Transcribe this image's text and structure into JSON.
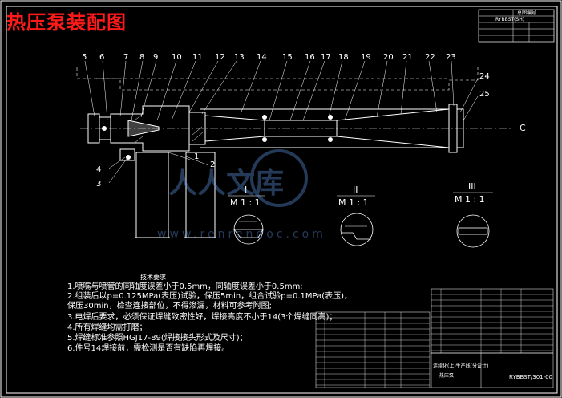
{
  "title": "热压泵装配图",
  "part_numbers": [
    "5",
    "6",
    "7",
    "8",
    "9",
    "10",
    "11",
    "12",
    "13",
    "14",
    "15",
    "16",
    "17",
    "18",
    "19",
    "20",
    "21",
    "22",
    "23",
    "24",
    "25",
    "1",
    "2",
    "3",
    "4"
  ],
  "views": {
    "view1_label": "I",
    "view1_scale": "M 1 : 1",
    "view2_label": "II",
    "view2_scale": "M 1 : 1",
    "view3_label": "III",
    "view3_scale": "M 1 : 1"
  },
  "centerline_label": "C",
  "watermark": {
    "text_cn": "人人文库",
    "url": "www.renrendoc.com"
  },
  "requirements": {
    "heading": "技术要求",
    "items": [
      "1.喷嘴与喷管的同轴度误差小于0.5mm，同轴度误差小于0.5mm;",
      "2.组装后以p=0.125MPa(表压)试验，保压5min，组合试验p=0.1MPa(表压)，",
      "   保压30min，检查连接部位，不得渗漏，材料可参考附图;",
      "3.电焊后要求，必须保证焊缝致密性好，焊接高度不小于14(3个焊缝同高)；",
      "4.所有焊缝均需打磨；",
      "5.焊缝标准参照HGJ17-89(焊接接头形式及尺寸)；",
      "6.件号14焊接前，需检测是否有缺陷再焊接。"
    ]
  },
  "title_block": {
    "drawing_no": "RYBBST/301-00",
    "drawing_name": "热压泵",
    "company_line": "连续化(上)生产线(分设计)"
  },
  "top_right_block": {
    "row1": "总图编号",
    "row2": "RYBBST(SH)"
  }
}
